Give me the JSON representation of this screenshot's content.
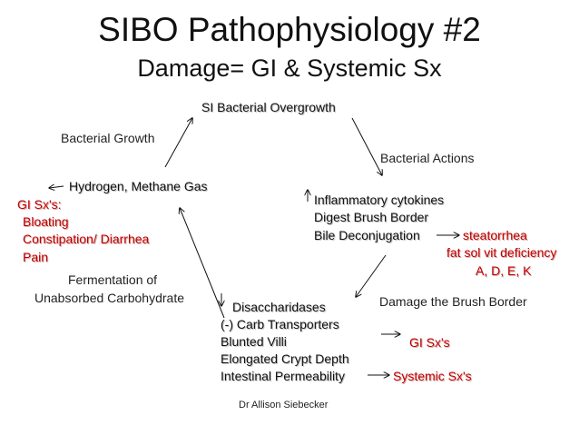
{
  "title": "SIBO Pathophysiology #2",
  "subtitle": "Damage= GI & Systemic Sx",
  "cycle": {
    "top": "SI Bacterial Overgrowth",
    "bacterial_actions": "Bacterial Actions",
    "bacterial_growth": "Bacterial Growth",
    "damage_brush_border": "Damage the Brush Border",
    "fermentation_line1": "Fermentation of",
    "fermentation_line2": "Unabsorbed Carbohydrate"
  },
  "actions": [
    "Inflammatory cytokines",
    "Digest Brush Border",
    "Bile Deconjugation"
  ],
  "bile_effects": {
    "steatorrhea": "steatorrhea",
    "fat_sol": "fat sol vit deficiency",
    "vitamins": "A, D, E, K"
  },
  "damage_items": [
    "Disaccharidases",
    "(-) Carb Transporters",
    "Blunted Villi",
    "Elongated Crypt Depth",
    "Intestinal Permeability"
  ],
  "damage_outcomes": {
    "gi": "GI Sx's",
    "systemic": "Systemic Sx's"
  },
  "gas": "Hydrogen, Methane Gas",
  "gi_sx": {
    "heading": "GI Sx's:",
    "items": [
      "Bloating",
      "Constipation/ Diarrhea",
      "Pain"
    ]
  },
  "credit": "Dr Allison Siebecker"
}
